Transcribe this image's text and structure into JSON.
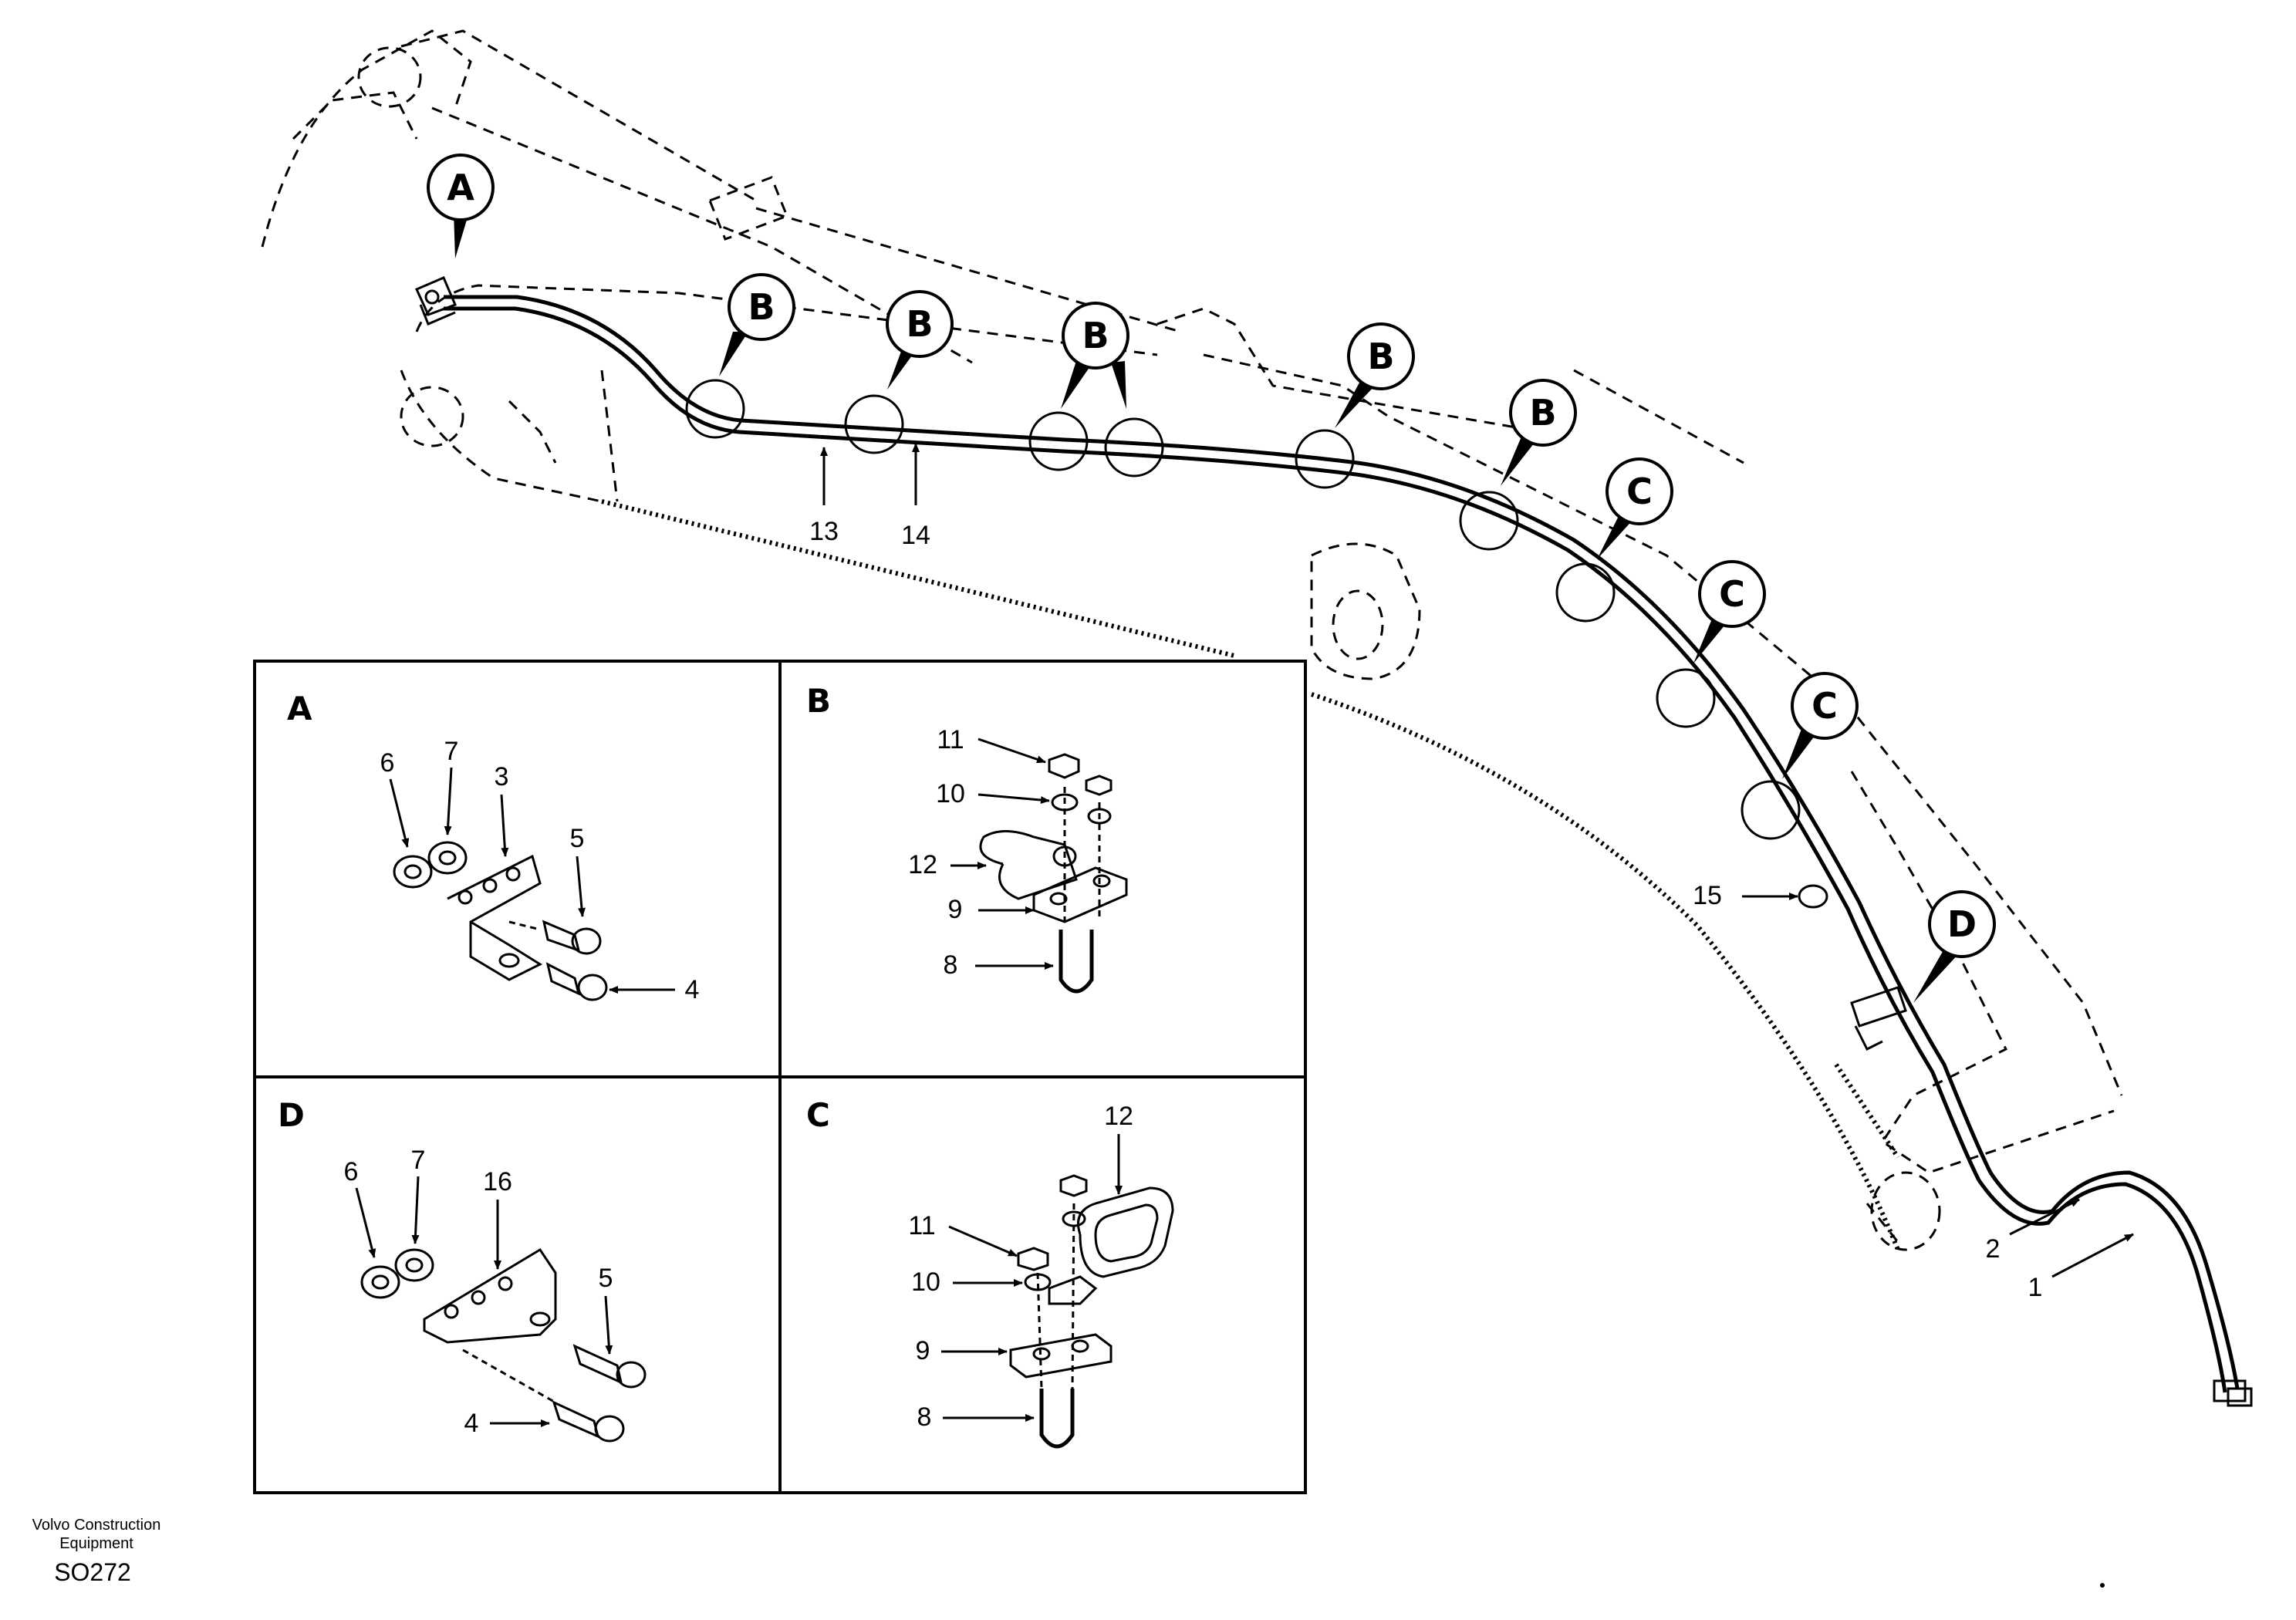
{
  "callouts": {
    "a": "A",
    "b": "B",
    "c": "C",
    "d": "D"
  },
  "main_labels": {
    "n13": "13",
    "n14": "14",
    "n15": "15",
    "n1": "1",
    "n2": "2"
  },
  "panels": {
    "a": {
      "title": "A",
      "labels": {
        "n6": "6",
        "n7": "7",
        "n3": "3",
        "n5": "5",
        "n4": "4"
      }
    },
    "b": {
      "title": "B",
      "labels": {
        "n11": "11",
        "n10": "10",
        "n12": "12",
        "n9": "9",
        "n8": "8"
      }
    },
    "d": {
      "title": "D",
      "labels": {
        "n6": "6",
        "n7": "7",
        "n16": "16",
        "n5": "5",
        "n4": "4"
      }
    },
    "c": {
      "title": "C",
      "labels": {
        "n12": "12",
        "n11": "11",
        "n10": "10",
        "n9": "9",
        "n8": "8"
      }
    }
  },
  "footer": {
    "company_line1": "Volvo Construction",
    "company_line2": "Equipment",
    "code": "SO272"
  }
}
